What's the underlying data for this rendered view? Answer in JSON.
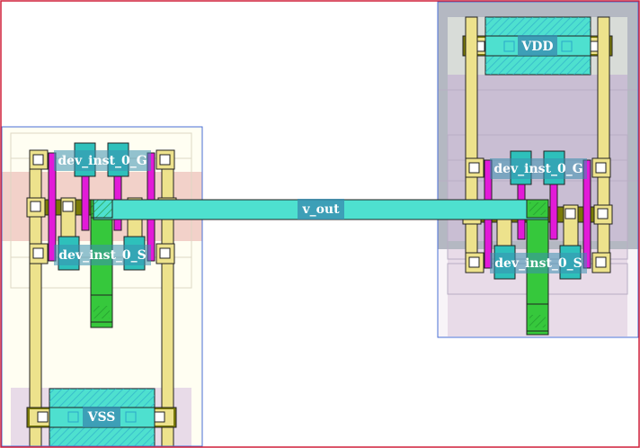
{
  "labels": {
    "vdd": "VDD",
    "vss": "VSS",
    "v_out": "v_out",
    "left_gate": "dev_inst_0_G",
    "left_source": "dev_inst_0_S",
    "right_gate": "dev_inst_0_G",
    "right_source": "dev_inst_0_S"
  },
  "colors": {
    "border": "#d0203a",
    "cell_outline": "#4a6fd6",
    "metal_yellow": "#ede28c",
    "diffusion_cyan": "#4ee0cf",
    "diffusion_teal": "#2ec0bb",
    "poly_magenta": "#e21ad8",
    "via_green": "#36c83c",
    "nwell_olive": "#7a7a08",
    "label_box": "#3a8fb0",
    "grey_well": "#b4b8c2",
    "pink_well": "#e8dbe8",
    "salmon": "#f0c9c2"
  }
}
